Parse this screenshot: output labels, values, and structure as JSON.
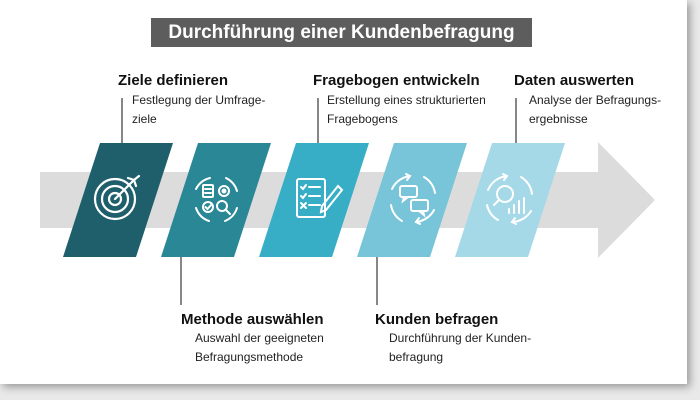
{
  "title": "Durchführung einer Kundenbefragung",
  "colors": {
    "step1": "#1f5f6c",
    "step2": "#2a8796",
    "step3": "#38adc6",
    "step4": "#78c5d9",
    "step5": "#a5d9e8",
    "arrow": "#dcdcdc",
    "connector": "#5f5f5f",
    "title_bg": "#5d5d5d"
  },
  "steps": [
    {
      "title": "Ziele definieren",
      "desc1": "Festlegung der Umfrage-",
      "desc2": "ziele",
      "icon": "target-icon"
    },
    {
      "title": "Methode auswählen",
      "desc1": "Auswahl der geeigneten",
      "desc2": "Befragungsmethode",
      "icon": "methods-icon"
    },
    {
      "title": "Fragebogen entwickeln",
      "desc1": "Erstellung eines strukturierten",
      "desc2": "Fragebogens",
      "icon": "checklist-icon"
    },
    {
      "title": "Kunden befragen",
      "desc1": "Durchführung der Kunden-",
      "desc2": "befragung",
      "icon": "chat-cycle-icon"
    },
    {
      "title": "Daten auswerten",
      "desc1": "Analyse der Befragungs-",
      "desc2": "ergebnisse",
      "icon": "analysis-icon"
    }
  ]
}
